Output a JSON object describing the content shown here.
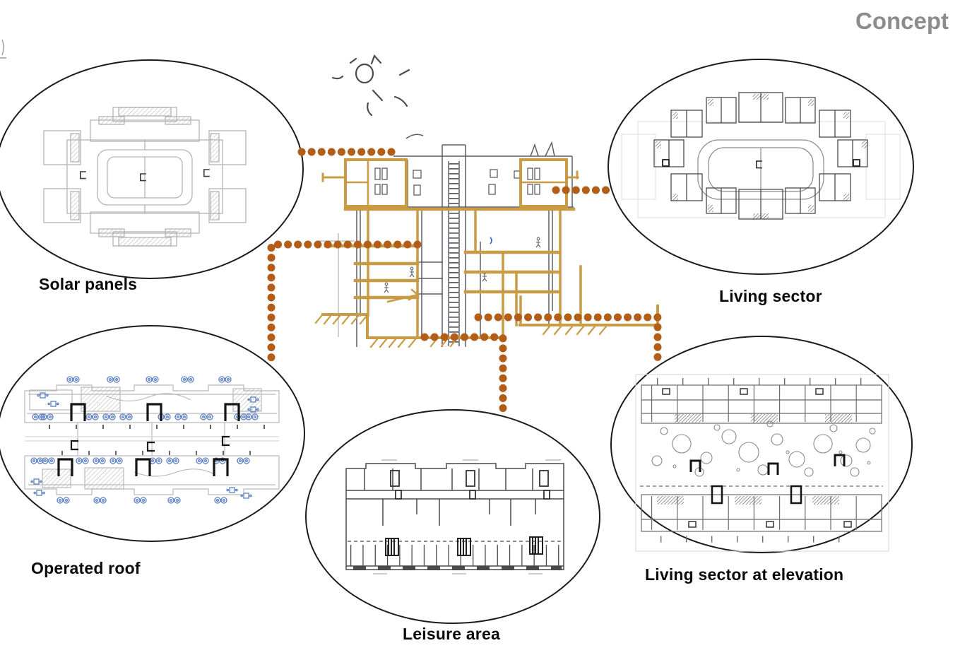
{
  "title": {
    "text": "Concept"
  },
  "bubbles": [
    {
      "id": "solar-panels",
      "label": "Solar panels"
    },
    {
      "id": "living-sector",
      "label": "Living sector"
    },
    {
      "id": "operated-roof",
      "label": "Operated roof"
    },
    {
      "id": "leisure-area",
      "label": "Leisure area"
    },
    {
      "id": "living-sector-at-elevation",
      "label": "Living sector at elevation"
    }
  ],
  "colors": {
    "background": "#ffffff",
    "title_text": "#8c8c8c",
    "label_text": "#0a0a0a",
    "ellipse_outline": "#1b1b1b",
    "connector_dots": "#b25d18",
    "sketch_highlight_tan": "#c99b45",
    "sketch_pencil_gray": "#5d5d66",
    "plan_line_gray": "#b3b3b8",
    "plan_furniture_blue": "#5b7fc2"
  }
}
